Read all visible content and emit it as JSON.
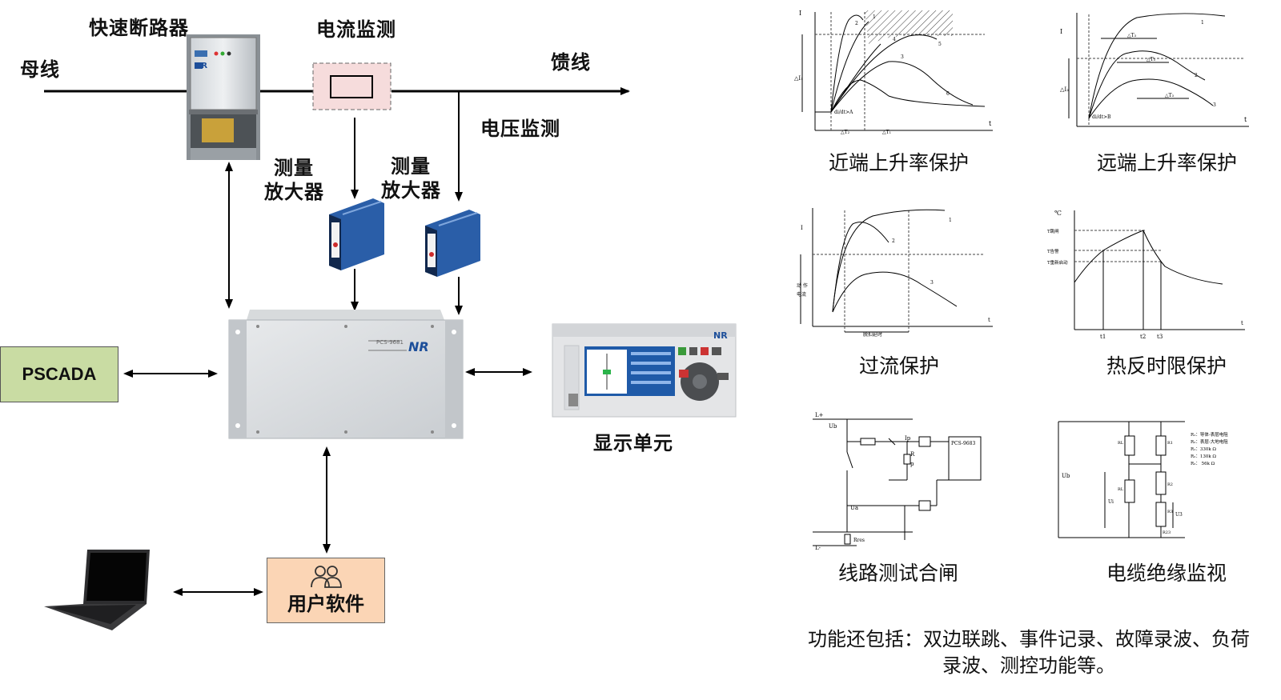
{
  "labels": {
    "busbar": "母线",
    "breaker": "快速断路器",
    "current_monitor": "电流监测",
    "feeder": "馈线",
    "voltage_monitor": "电压监测",
    "amp1_line1": "测量",
    "amp1_line2": "放大器",
    "amp2_line1": "测量",
    "amp2_line2": "放大器",
    "pscada": "PSCADA",
    "display_unit": "显示单元",
    "user_software": "用户软件"
  },
  "captions": {
    "near_rate": "近端上升率保护",
    "far_rate": "远端上升率保护",
    "overcurrent": "过流保护",
    "thermal": "热反时限保护",
    "line_test": "线路测试合闸",
    "cable_insulation": "电缆绝缘监视"
  },
  "note": "功能还包括：双边联跳、事件记录、故障录波、负荷录波、测控功能等。",
  "device": {
    "brand": "NR",
    "model": "PCS-9681"
  },
  "graph_text": {
    "near": {
      "y": "I",
      "x": "t",
      "dI1": "△I₁",
      "didt": "di/dt>A",
      "dT2": "△T₂",
      "dT1": "△T₁",
      "c1": "1",
      "c2": "2",
      "c3": "3",
      "c4": "4",
      "c5": "5",
      "c6": "6"
    },
    "far": {
      "y": "I",
      "x": "t",
      "dI2": "△I₂",
      "didt": "di/dt>B",
      "dT3": "△T₃",
      "c1": "1",
      "c2": "2",
      "c3": "3"
    },
    "oc": {
      "y": "I",
      "x": "t",
      "act1": "动 作",
      "act2": "电流",
      "delay": "脱扣延时",
      "c1": "1",
      "c2": "2",
      "c3": "3"
    },
    "th": {
      "y": "℃",
      "x": "t",
      "t1": "t1",
      "t2": "t2",
      "t3": "t3",
      "Ttrip": "T跳闸",
      "Talarm": "T告警",
      "Trecover": "T重新启动"
    },
    "lt": {
      "lplus": "L+",
      "lminus": "L-",
      "ub": "Ub",
      "ip": "Ip",
      "r": "R",
      "p": "p",
      "ua": "Ua",
      "rres": "Rres",
      "pcs": "PCS-9683"
    },
    "ci": {
      "ub": "Ub",
      "ui": "Ui",
      "u3": "U3",
      "rl": "RL",
      "r1": "R1",
      "r2": "R2",
      "r3": "R3",
      "r23": "R23",
      "legend1": "R₁：导体-表层电阻",
      "legend2": "R₂：表层-大地电阻",
      "legend3": "R₁：330k Ω",
      "legend4": "R₂：130k Ω",
      "legend5": "R₃：  56k Ω"
    }
  }
}
